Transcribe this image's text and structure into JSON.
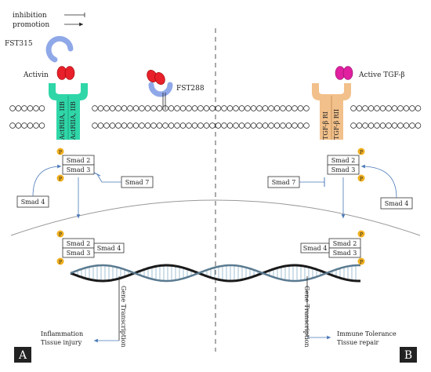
{
  "legend": {
    "inhibition": "inhibition",
    "promotion": "promotion"
  },
  "left": {
    "ligand": "Activin",
    "fst315": "FST315",
    "fst288": "FST288",
    "receptor1": "ActRIIA, IIB",
    "receptor2": "ActRIIA, IIB",
    "smad2": "Smad 2",
    "smad3": "Smad 3",
    "smad7": "Smad 7",
    "smad4_cyto": "Smad 4",
    "smad4_nuc": "Smad 4",
    "nuc_smad2": "Smad 2",
    "nuc_smad3": "Smad 3",
    "gene": "Gene Transcription",
    "out1": "Inflammation",
    "out2": "Tissue injury",
    "panel": "A"
  },
  "right": {
    "ligand": "Active TGF-β",
    "receptor1": "TGF-β RI",
    "receptor2": "TGF-β RII",
    "smad2": "Smad 2",
    "smad3": "Smad 3",
    "smad7": "Smad 7",
    "smad4_cyto": "Smad 4",
    "smad4_nuc": "Smad 4",
    "nuc_smad2": "Smad 2",
    "nuc_smad3": "Smad 3",
    "gene": "Gene Transcription",
    "out1": "Immune Tolerance",
    "out2": "Tissue repair",
    "panel": "B"
  },
  "phospho": "P",
  "colors": {
    "activin": "#e8202a",
    "tgfb": "#e020a0",
    "act_receptor": "#2fd6a8",
    "tgf_receptor": "#f2c08a",
    "follistatin": "#8fa8e8",
    "phospho": "#f0b020",
    "arrow": "#4a78b8",
    "dna_a": "#1a1a1a",
    "dna_b": "#8ab0c8"
  }
}
